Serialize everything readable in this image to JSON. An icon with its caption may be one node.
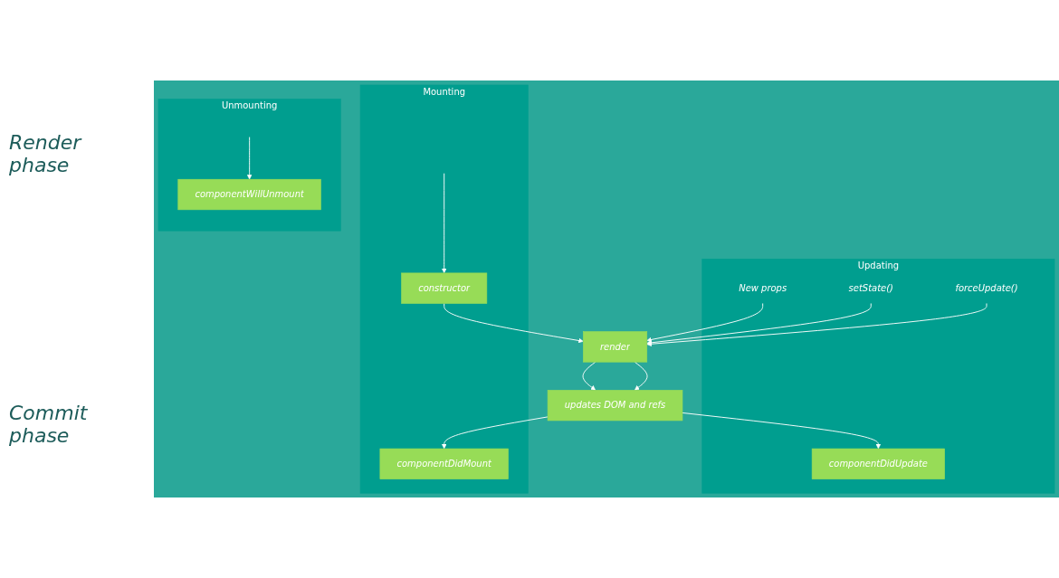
{
  "diagram": {
    "nodes": [
      {
        "text": [
          "Mounting"
        ]
      },
      {
        "text": [
          "Updating"
        ]
      },
      {
        "text": [
          "Unmounting"
        ]
      },
      {
        "text": [
          "constructor"
        ],
        "in": 0
      },
      {
        "text": [
          "New props"
        ],
        "in": 1
      },
      {
        "text": [
          "setState()"
        ],
        "in": 1
      },
      {
        "text": [
          "forceUpdate()"
        ],
        "in": 1
      },
      {
        "text": [
          "render"
        ]
      },
      {
        "text": [
          "updates DOM and refs"
        ]
      },
      {
        "text": [
          "componentDidMount"
        ],
        "in": 0
      },
      {
        "text": [
          "componentDidUpdate"
        ],
        "in": 1
      },
      {
        "text": [
          "componentWillUnmount"
        ],
        "in": 2
      }
    ],
    "edges": [
      {
        "from": null,
        "to": 3,
        "arrow": "to"
      },
      {
        "from": 3,
        "to": 7,
        "arrow": "to"
      },
      {
        "from": 4,
        "to": 7,
        "arrow": "to"
      },
      {
        "from": 5,
        "to": 7,
        "arrow": "to"
      },
      {
        "from": 6,
        "to": 7,
        "arrow": "to"
      },
      {
        "from": 7,
        "to": 8,
        "arrow": "to"
      },
      {
        "from": 7,
        "to": 8,
        "arrow": "to"
      },
      {
        "from": 8,
        "to": 9,
        "arrow": "to"
      },
      {
        "from": 8,
        "to": 10,
        "arrow": "to"
      },
      {
        "from": null,
        "to": 11,
        "arrow": "to"
      }
    ],
    "labels": [
      "Render phase",
      "Commit phase"
    ]
  }
}
